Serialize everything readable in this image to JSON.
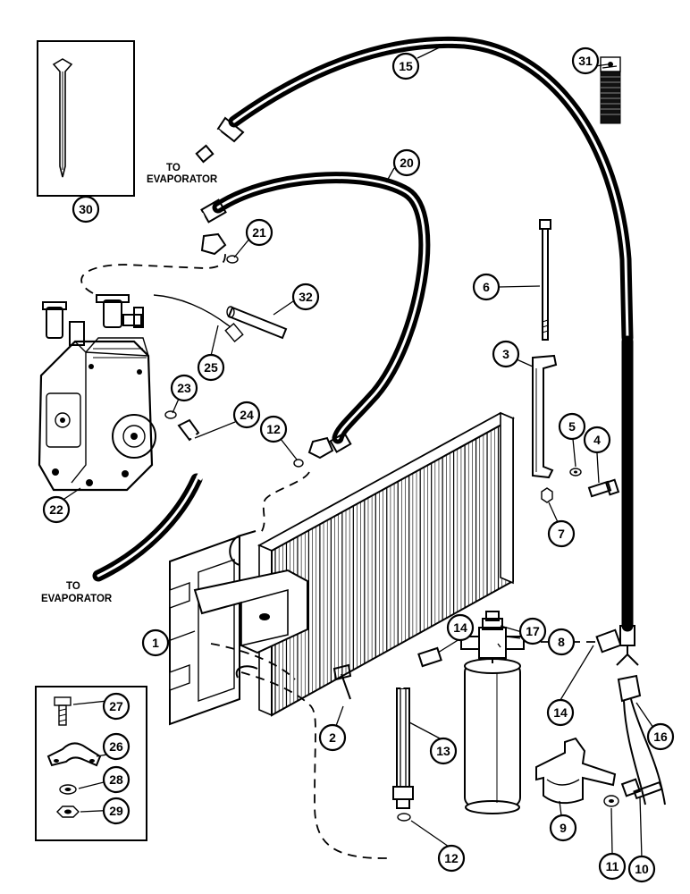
{
  "labels": {
    "evap_top_to": "TO",
    "evap_top_name": "EVAPORATOR",
    "evap_bottom_to": "TO",
    "evap_bottom_name": "EVAPORATOR"
  },
  "callouts": [
    {
      "id": "c1",
      "text": "1"
    },
    {
      "id": "c2",
      "text": "2"
    },
    {
      "id": "c3",
      "text": "3"
    },
    {
      "id": "c4",
      "text": "4"
    },
    {
      "id": "c5",
      "text": "5"
    },
    {
      "id": "c6",
      "text": "6"
    },
    {
      "id": "c7",
      "text": "7"
    },
    {
      "id": "c8",
      "text": "8"
    },
    {
      "id": "c9",
      "text": "9"
    },
    {
      "id": "c10",
      "text": "10"
    },
    {
      "id": "c11",
      "text": "11"
    },
    {
      "id": "c12a",
      "text": "12"
    },
    {
      "id": "c12b",
      "text": "12"
    },
    {
      "id": "c13",
      "text": "13"
    },
    {
      "id": "c14a",
      "text": "14"
    },
    {
      "id": "c14b",
      "text": "14"
    },
    {
      "id": "c15",
      "text": "15"
    },
    {
      "id": "c16",
      "text": "16"
    },
    {
      "id": "c17",
      "text": "17"
    },
    {
      "id": "c20",
      "text": "20"
    },
    {
      "id": "c21",
      "text": "21"
    },
    {
      "id": "c22",
      "text": "22"
    },
    {
      "id": "c23",
      "text": "23"
    },
    {
      "id": "c24",
      "text": "24"
    },
    {
      "id": "c25",
      "text": "25"
    },
    {
      "id": "c26",
      "text": "26"
    },
    {
      "id": "c27",
      "text": "27"
    },
    {
      "id": "c28",
      "text": "28"
    },
    {
      "id": "c29",
      "text": "29"
    },
    {
      "id": "c30",
      "text": "30"
    },
    {
      "id": "c31",
      "text": "31"
    },
    {
      "id": "c32",
      "text": "32"
    }
  ]
}
